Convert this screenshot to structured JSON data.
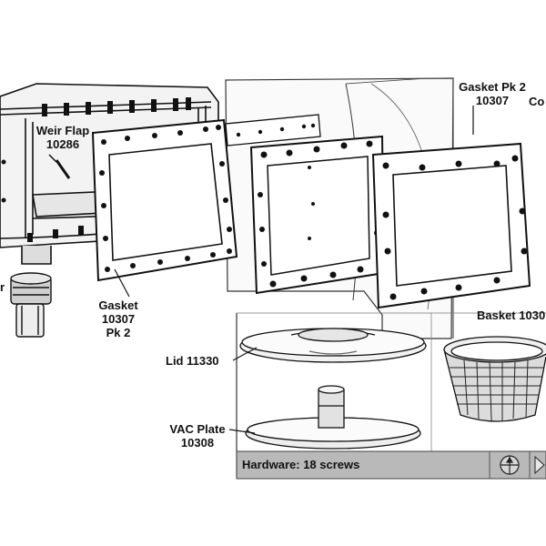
{
  "labels": {
    "weir_flap": {
      "name": "Weir Flap",
      "number": "10286"
    },
    "gasket_left": {
      "name": "Gasket",
      "number": "10307",
      "pack": "Pk 2"
    },
    "gasket_right": {
      "name": "Gasket Pk 2",
      "number": "10307"
    },
    "cover_fragment": "Co",
    "basket": "Basket 1030",
    "lid": "Lid 11330",
    "vac_plate": {
      "name": "VAC Plate",
      "number": "10308"
    },
    "adapter_fragment": "r"
  },
  "hardware_bar": {
    "text": "Hardware: 18 screws"
  },
  "icons": [
    "skimmer-housing-icon",
    "gasket-icon",
    "faceplate-icon",
    "lid-icon",
    "vac-plate-icon",
    "basket-icon",
    "adapter-icon",
    "compass-icon",
    "play-icon"
  ]
}
